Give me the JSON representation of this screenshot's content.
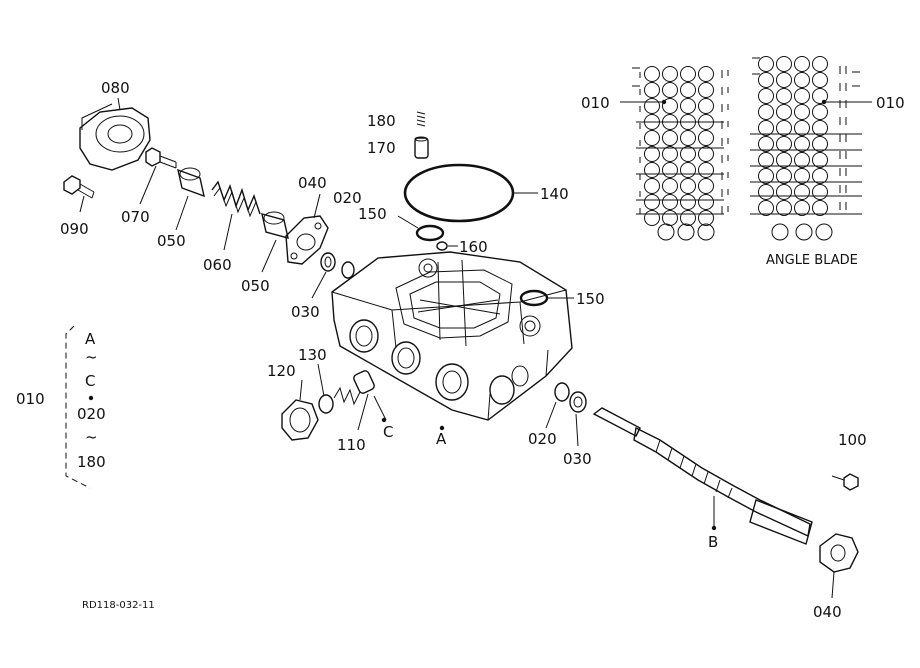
{
  "drawing_id": "RD118-032-11",
  "inset_caption": "ANGLE BLADE",
  "labels": {
    "p080": "080",
    "p090": "090",
    "p070": "070",
    "p050a": "050",
    "p060": "060",
    "p050b": "050",
    "p040a": "040",
    "p020a": "020",
    "p150a": "150",
    "p180": "180",
    "p170": "170",
    "p140": "140",
    "p160": "160",
    "p150b": "150",
    "p030a": "030",
    "p130": "130",
    "p120": "120",
    "p110": "110",
    "pC": "C",
    "pA": "A",
    "p020b": "020",
    "p030b": "030",
    "pB": "B",
    "p100": "100",
    "p040b": "040",
    "p010a": "010",
    "p010b": "010",
    "p010c": "010"
  },
  "legend": {
    "top": "A",
    "tilde1": "~",
    "mid": "C",
    "dot": "•",
    "num1": "020",
    "tilde2": "~",
    "num2": "180"
  }
}
